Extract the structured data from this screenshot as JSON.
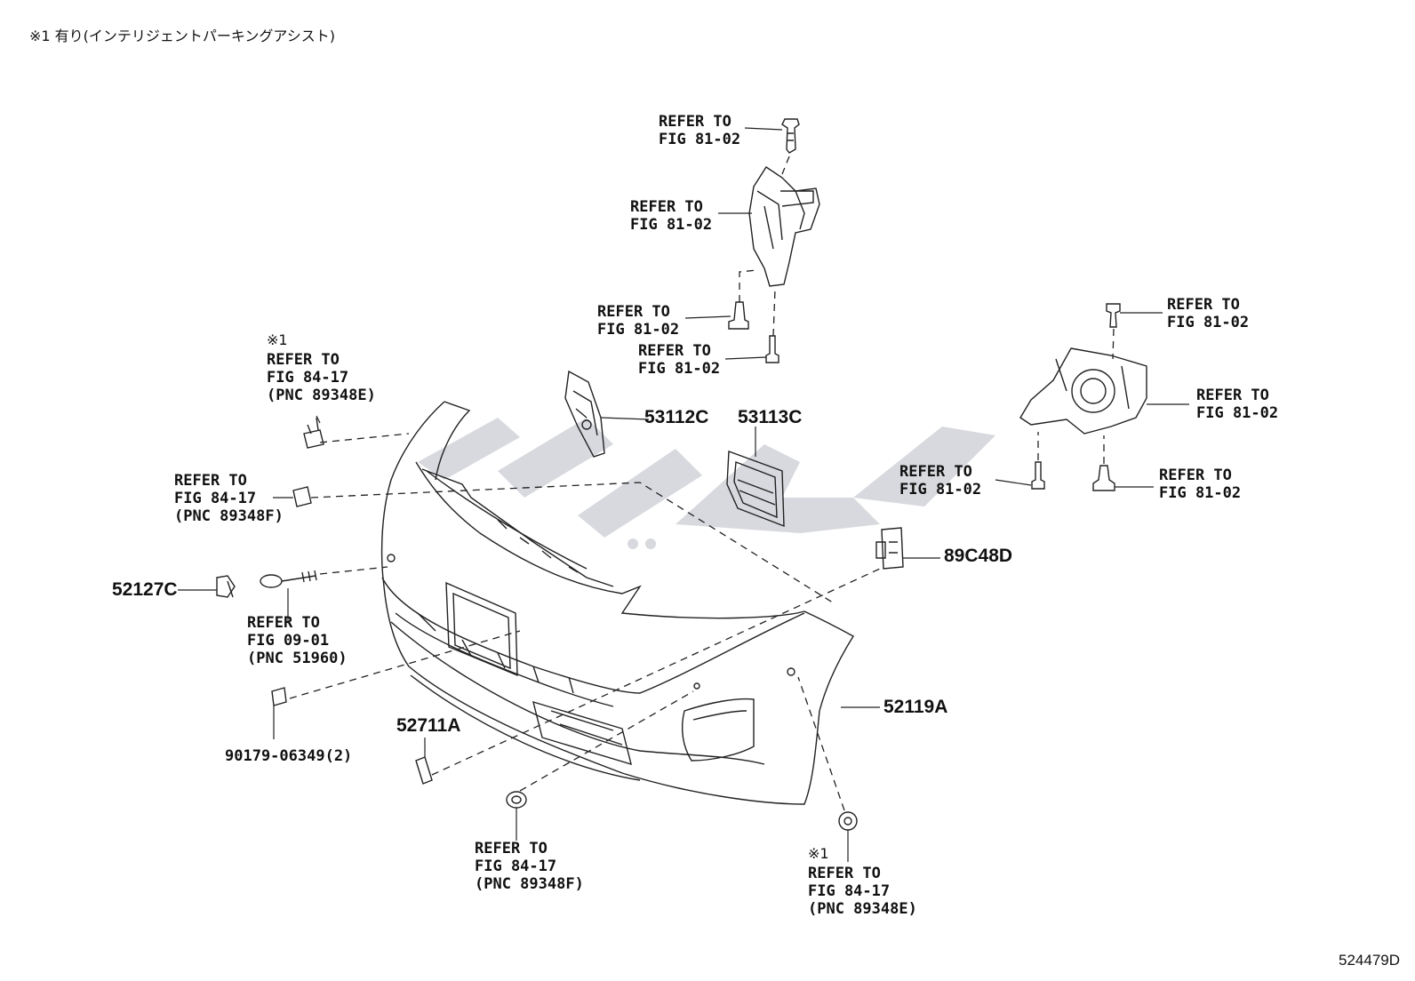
{
  "note": "※1 有り(インテリジェントパーキングアシスト)",
  "diagram_id": "524479D",
  "part_numbers": {
    "p53112c": "53112C",
    "p53113c": "53113C",
    "p89c48d": "89C48D",
    "p52127c": "52127C",
    "p52119a": "52119A",
    "p52711a": "52711A",
    "p90179": "90179-06349(2)"
  },
  "refs": {
    "r1": {
      "l1": "REFER TO",
      "l2": "FIG 81-02"
    },
    "r2": {
      "l1": "REFER TO",
      "l2": "FIG 81-02"
    },
    "r3": {
      "l1": "REFER TO",
      "l2": "FIG 81-02"
    },
    "r4": {
      "l1": "REFER TO",
      "l2": "FIG 81-02"
    },
    "r5": {
      "mark": "※1",
      "l1": "REFER TO",
      "l2": "FIG 84-17",
      "l3": "(PNC 89348E)"
    },
    "r6": {
      "l1": "REFER TO",
      "l2": "FIG 84-17",
      "l3": "(PNC 89348F)"
    },
    "r7": {
      "l1": "REFER TO",
      "l2": "FIG 09-01",
      "l3": "(PNC 51960)"
    },
    "r8": {
      "l1": "REFER TO",
      "l2": "FIG 81-02"
    },
    "r9": {
      "l1": "REFER TO",
      "l2": "FIG 81-02"
    },
    "r10": {
      "l1": "REFER TO",
      "l2": "FIG 81-02"
    },
    "r11": {
      "l1": "REFER TO",
      "l2": "FIG 81-02"
    },
    "r12": {
      "l1": "REFER TO",
      "l2": "FIG 84-17",
      "l3": "(PNC 89348F)"
    },
    "r13": {
      "mark": "※1",
      "l1": "REFER TO",
      "l2": "FIG 84-17",
      "l3": "(PNC 89348E)"
    }
  }
}
